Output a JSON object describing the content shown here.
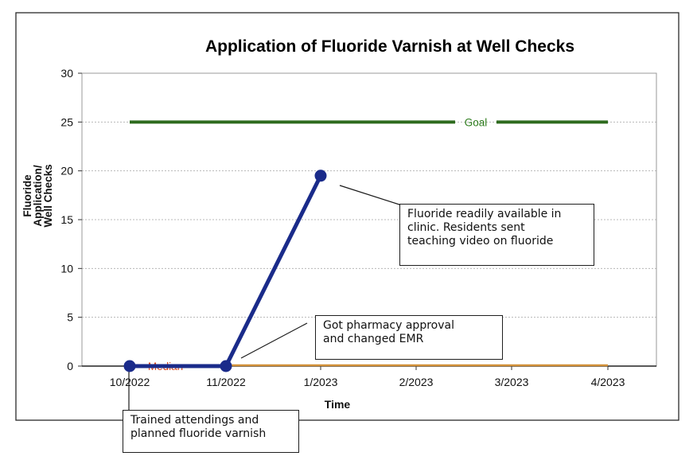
{
  "chart_data": {
    "type": "line",
    "title": "Application of Fluoride Varnish at Well Checks",
    "xlabel": "Time",
    "ylabel_lines": [
      "Fluoride",
      "Application/",
      "Well Checks"
    ],
    "categories": [
      "10/2022",
      "11/2022",
      "1/2023",
      "2/2023",
      "3/2023",
      "4/2023"
    ],
    "ylim": [
      0,
      30
    ],
    "yticks": [
      0,
      5,
      10,
      15,
      20,
      25,
      30
    ],
    "grid": true,
    "series": [
      {
        "values": [
          0,
          0,
          19.5,
          null,
          null,
          null
        ]
      }
    ],
    "reference_lines": [
      {
        "name": "Goal",
        "value": 25
      },
      {
        "name": "Median",
        "value": 0
      }
    ],
    "annotations": [
      {
        "text": "Fluoride readily available in\nclinic. Residents sent\nteaching video on fluoride"
      },
      {
        "text": "Got pharmacy approval\nand changed EMR"
      },
      {
        "text": "Trained attendings and\nplanned fluoride varnish"
      }
    ]
  },
  "colors": {
    "series": "#1a2b8a",
    "goal": "#2e6b1e",
    "goal_label": "#2e7d1e",
    "median": "#d4923a",
    "median_label": "#d9481f",
    "grid": "#b8b8b8"
  }
}
